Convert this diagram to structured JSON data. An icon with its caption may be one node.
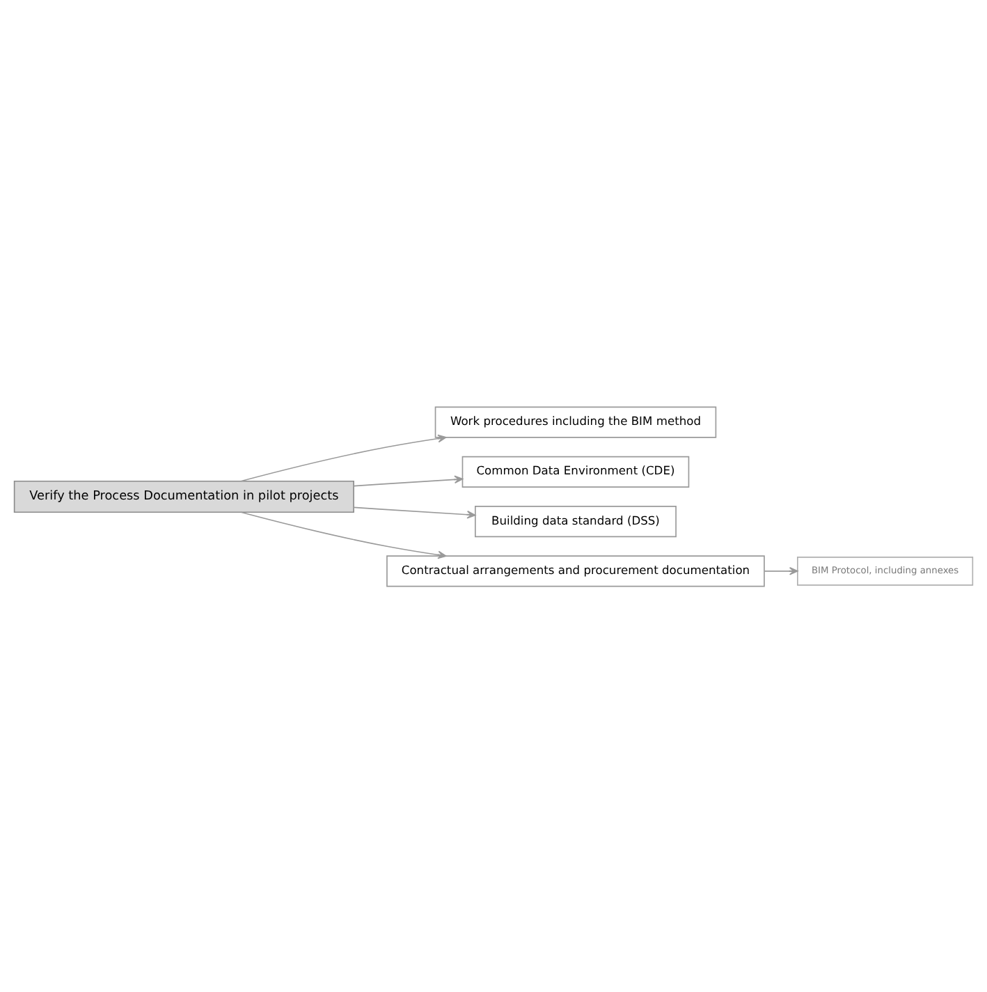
{
  "diagram": {
    "nodes": [
      {
        "text": [
          "Verify the Process Documentation in pilot projects"
        ]
      },
      {
        "text": [
          "Work procedures including the BIM method"
        ]
      },
      {
        "text": [
          "Common Data Environment (CDE)"
        ]
      },
      {
        "text": [
          "Building data standard (DSS)"
        ]
      },
      {
        "text": [
          "Contractual arrangements and procurement documentation"
        ]
      },
      {
        "text": [
          "BIM Protocol, including annexes"
        ]
      }
    ],
    "edges": [
      {
        "from": 0,
        "to": 1,
        "arrow": "to"
      },
      {
        "from": 0,
        "to": 2,
        "arrow": "to"
      },
      {
        "from": 0,
        "to": 3,
        "arrow": "to"
      },
      {
        "from": 0,
        "to": 4,
        "arrow": "to"
      },
      {
        "from": 4,
        "to": 5,
        "arrow": "to"
      }
    ]
  }
}
